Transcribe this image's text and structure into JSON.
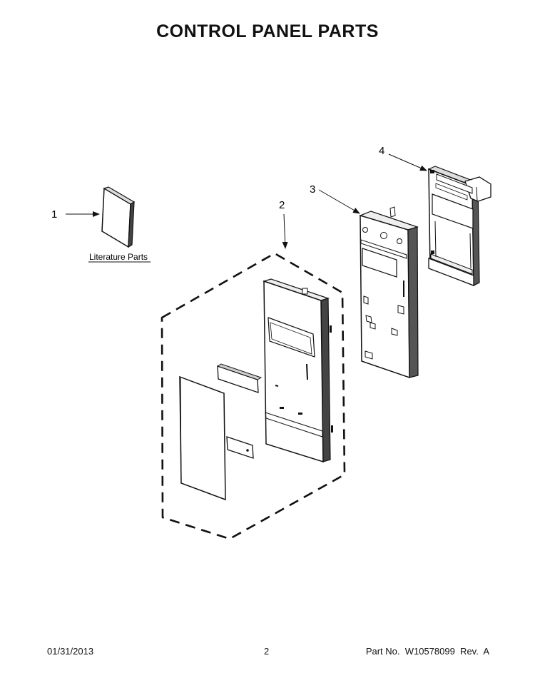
{
  "title": "CONTROL PANEL PARTS",
  "callouts": [
    {
      "number": "1"
    },
    {
      "number": "2"
    },
    {
      "number": "3"
    },
    {
      "number": "4"
    }
  ],
  "literature_label": "Literature Parts",
  "footer": {
    "date": "01/31/2013",
    "page": "2",
    "part": "Part No.  W10578099  Rev.  A"
  }
}
